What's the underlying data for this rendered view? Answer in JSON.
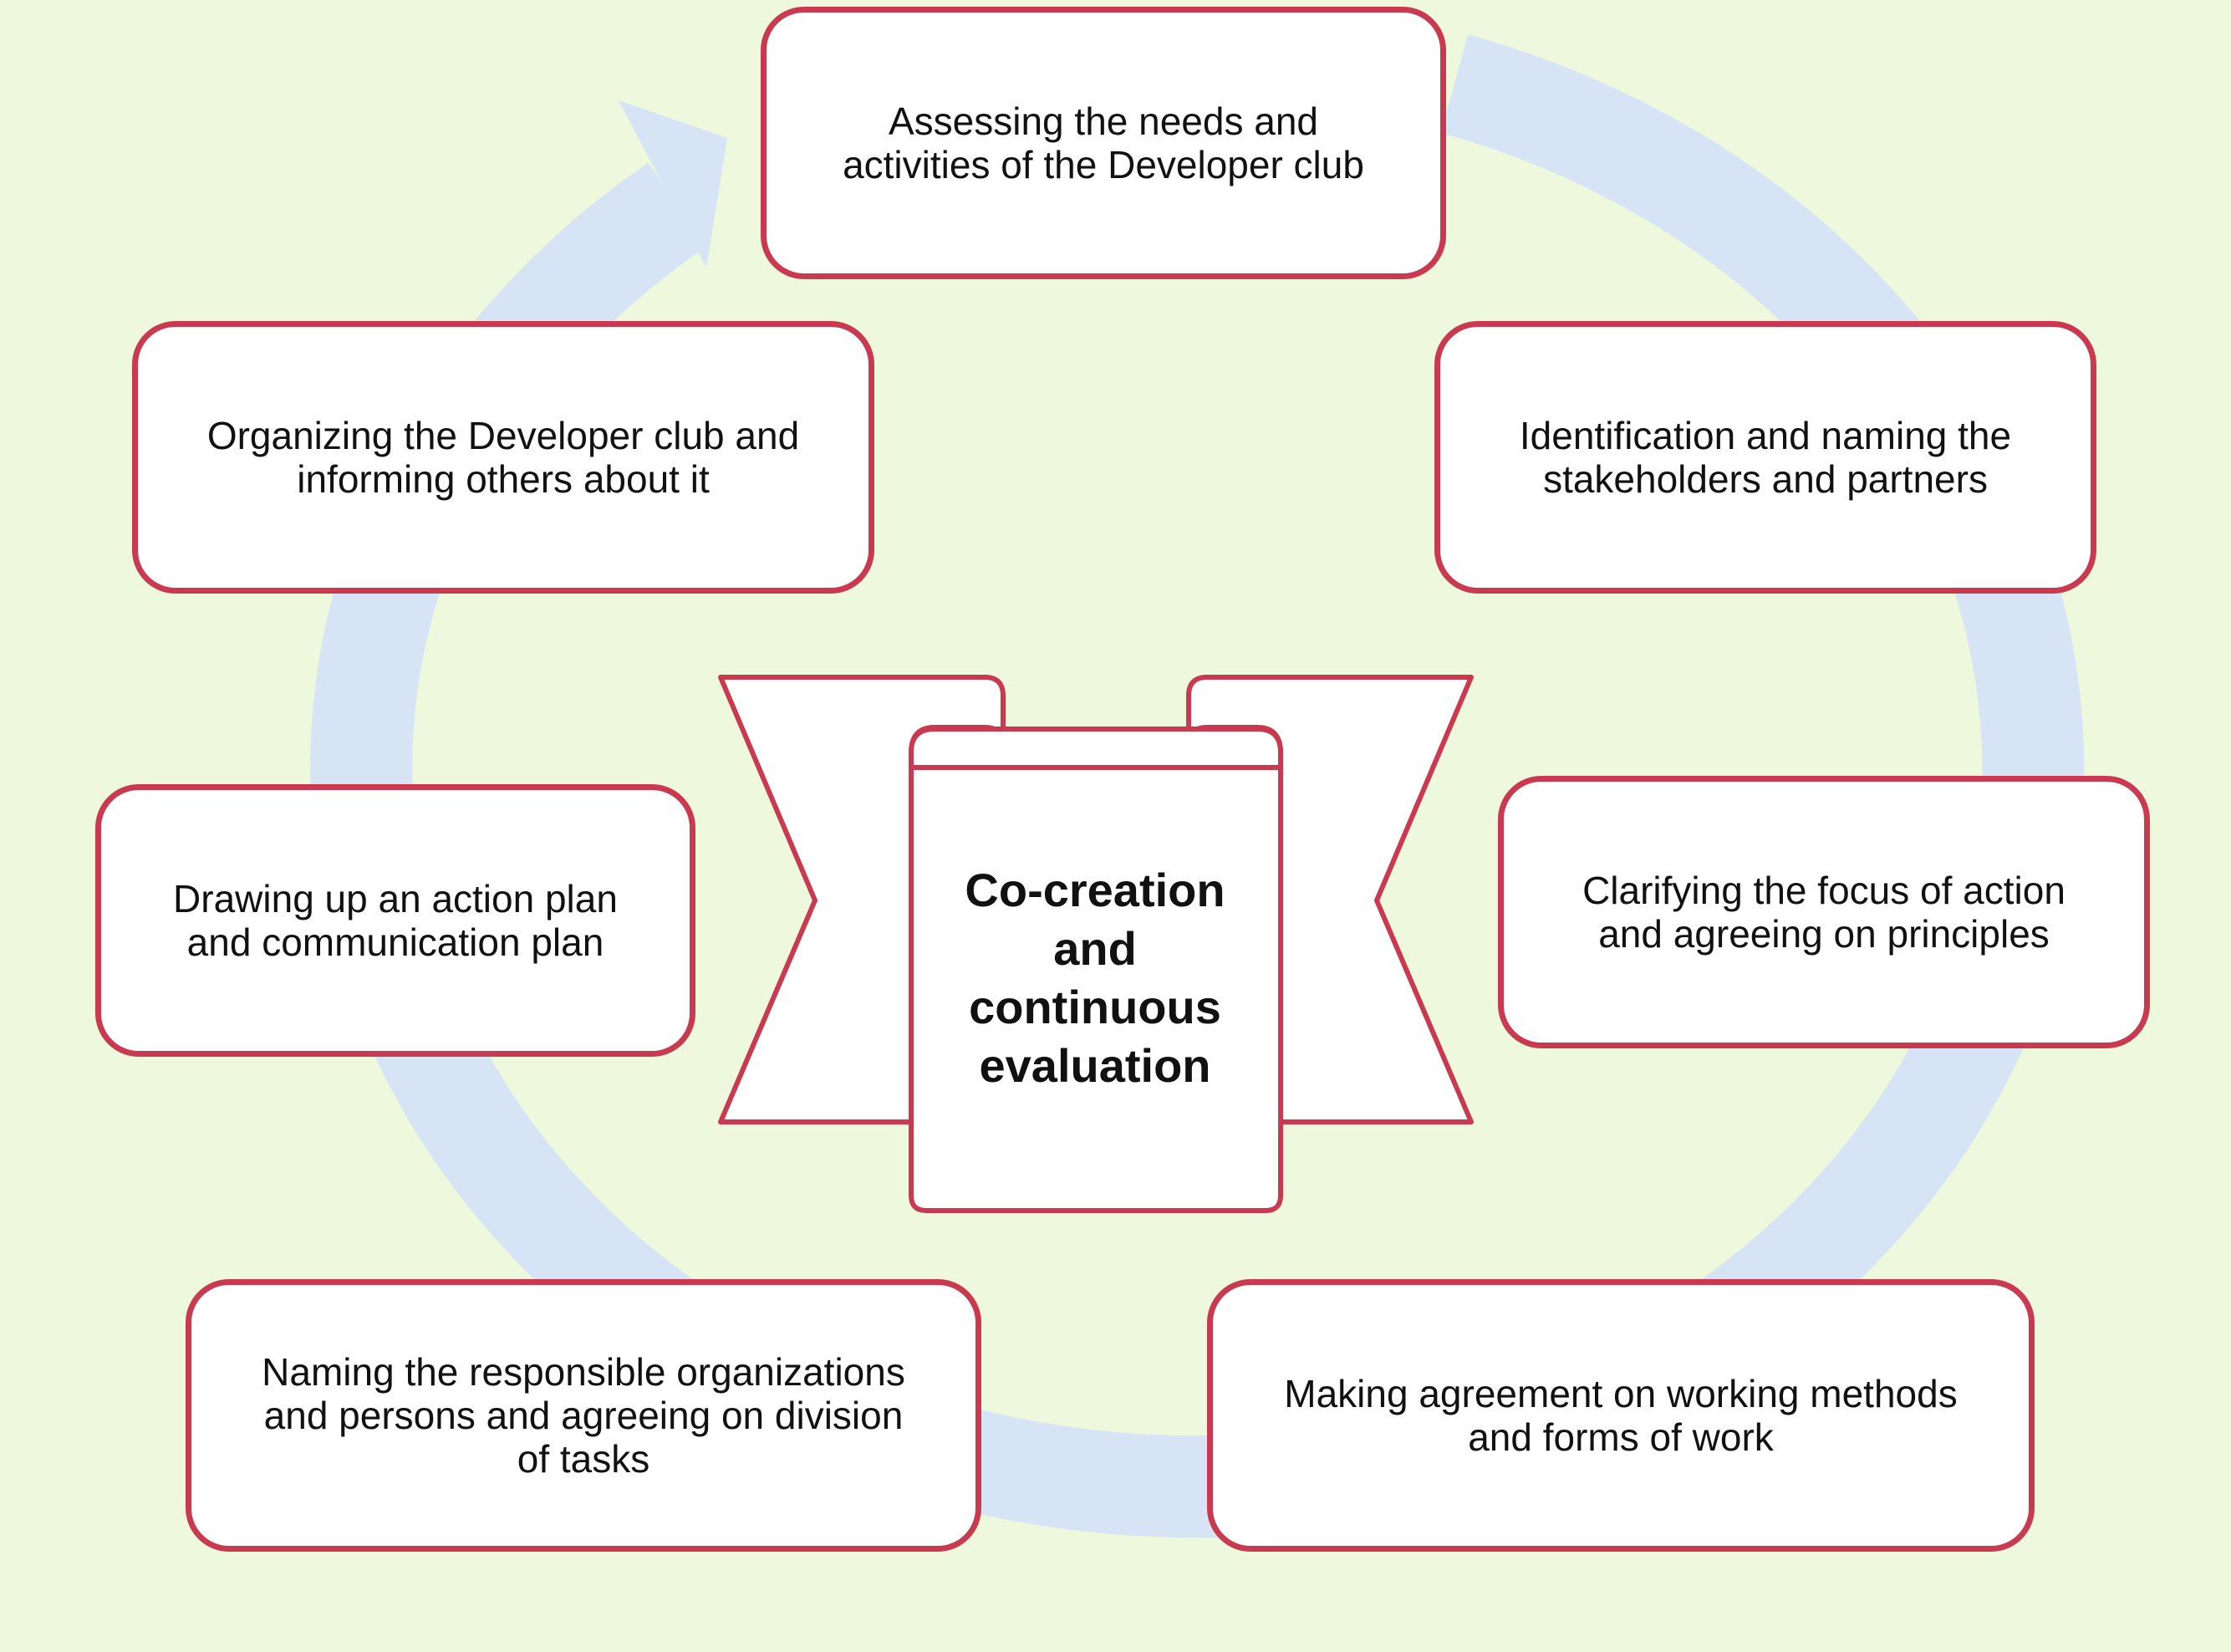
{
  "colors": {
    "background": "#eef8dc",
    "cycle_arrow": "#d6e4f6",
    "border": "#c93a50",
    "banner_fold": "#dde3e1",
    "text": "#111111"
  },
  "diagram": {
    "center": {
      "label": "Co-creation\nand\ncontinuous\nevaluation",
      "icon": "ribbon-banner-icon"
    },
    "cycle_icon": "circular-arrow-icon",
    "steps": [
      {
        "label": "Assessing the needs and\nactivities of the Developer club"
      },
      {
        "label": "Identification and naming the\nstakeholders and partners"
      },
      {
        "label": "Clarifying the focus of action\nand agreeing on principles"
      },
      {
        "label": "Making agreement on working methods\nand forms of work"
      },
      {
        "label": "Naming the responsible organizations\nand persons and agreeing on division\nof tasks"
      },
      {
        "label": "Drawing up an action plan\nand communication plan"
      },
      {
        "label": "Organizing the Developer club and\ninforming others about it"
      }
    ]
  }
}
